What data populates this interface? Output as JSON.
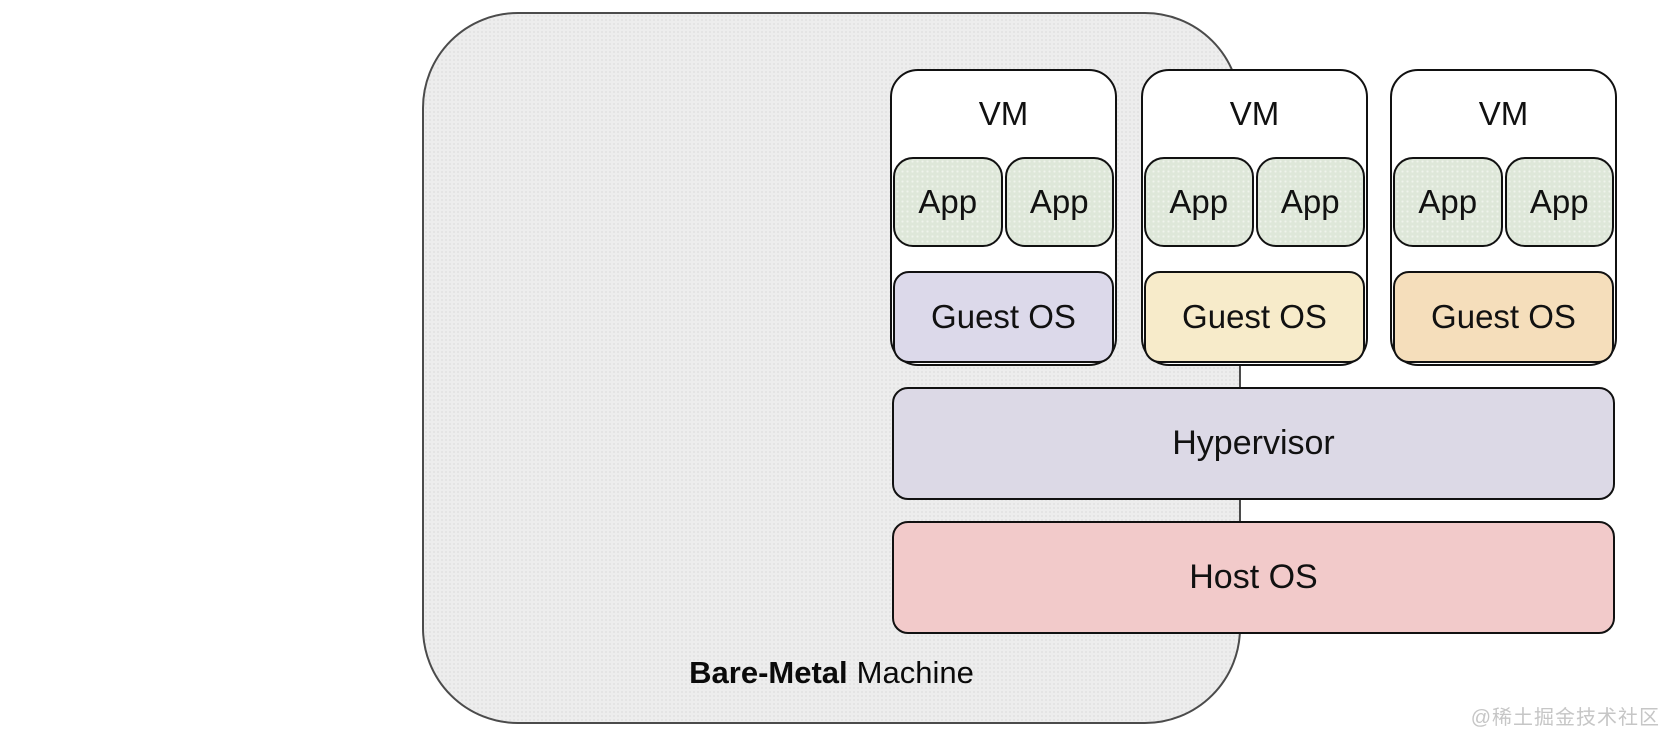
{
  "diagram": {
    "vms": [
      {
        "label": "VM",
        "apps": [
          "App",
          "App"
        ],
        "guest_os": "Guest OS",
        "guest_os_color": "#dcd9ea"
      },
      {
        "label": "VM",
        "apps": [
          "App",
          "App"
        ],
        "guest_os": "Guest OS",
        "guest_os_color": "#f7ebca"
      },
      {
        "label": "VM",
        "apps": [
          "App",
          "App"
        ],
        "guest_os": "Guest OS",
        "guest_os_color": "#f5debb"
      }
    ],
    "hypervisor_label": "Hypervisor",
    "host_os_label": "Host OS",
    "machine_label_bold": "Bare-Metal",
    "machine_label_regular": "Machine",
    "colors": {
      "machine_bg": "#ededed",
      "machine_border": "#4b4b4b",
      "vm_bg": "#ffffff",
      "box_border": "#111111",
      "app_bg": "#dee7d9",
      "hypervisor_bg": "#dcd9e6",
      "host_os_bg": "#f2caca",
      "text": "#111111",
      "watermark_text": "#c6c6c6"
    }
  },
  "watermark": "@稀土掘金技术社区"
}
